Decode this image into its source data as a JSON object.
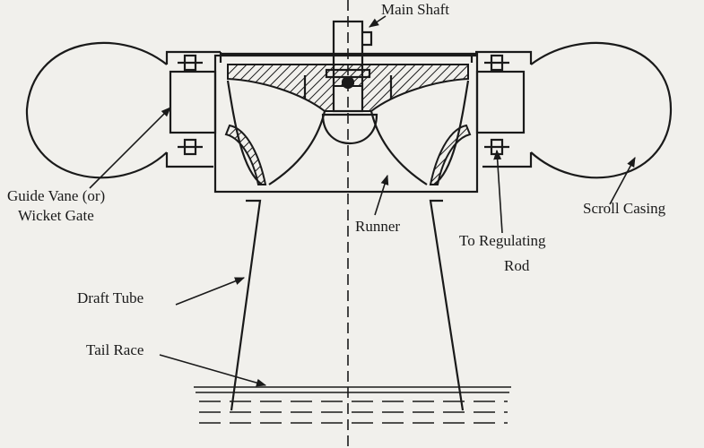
{
  "labels": {
    "main_shaft": "Main Shaft",
    "guide_vane_line1": "Guide Vane (or)",
    "guide_vane_line2": "Wicket Gate",
    "scroll_casing": "Scroll Casing",
    "runner": "Runner",
    "regulating_rod_line1": "To Regulating",
    "regulating_rod_line2": "Rod",
    "draft_tube": "Draft Tube",
    "tail_race": "Tail Race"
  },
  "colors": {
    "ink": "#1a1a1a",
    "paper": "#f1f0ec"
  }
}
